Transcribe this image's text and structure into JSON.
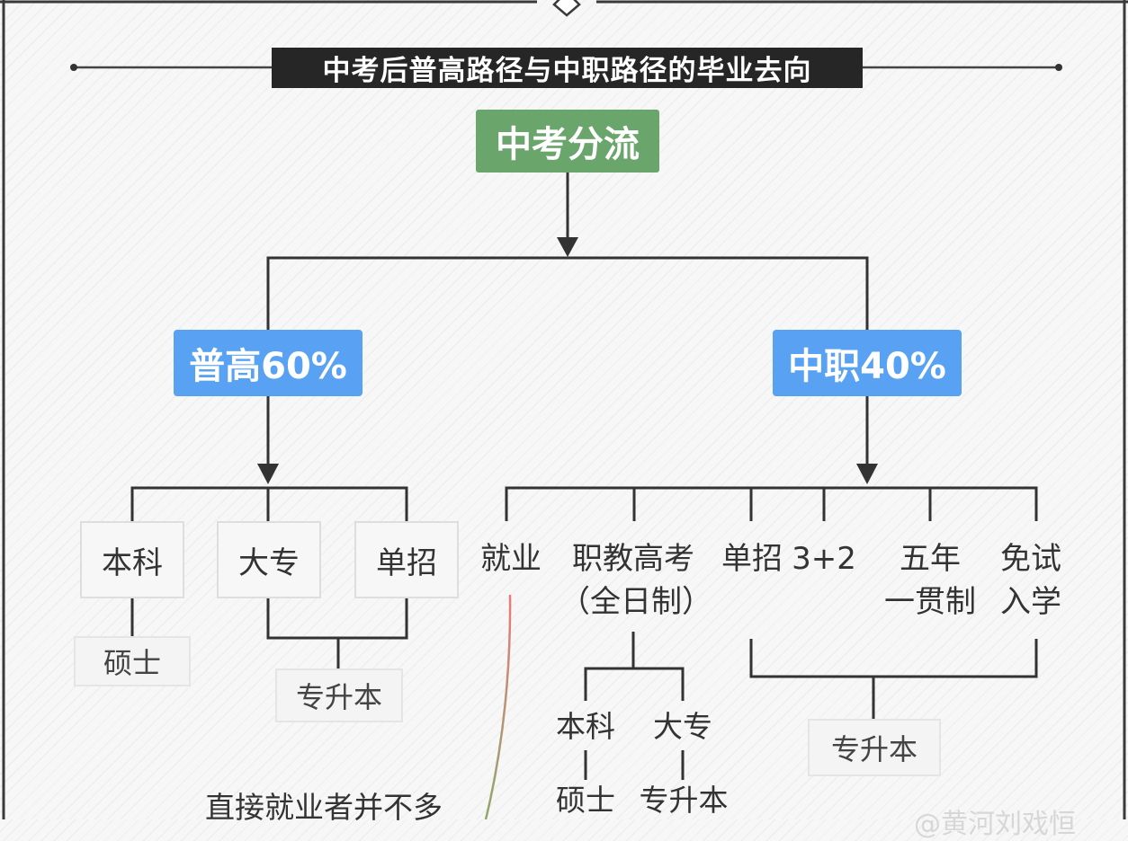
{
  "title": "中考后普高路径与中职路径的毕业去向",
  "root": "中考分流",
  "general": {
    "label": "普高60%",
    "outcomes": [
      "本科",
      "大专",
      "单招"
    ],
    "postgrad": "硕士",
    "upgrade": "专升本"
  },
  "vocational": {
    "label": "中职40%",
    "employment": "就业",
    "exam": {
      "line1": "职教高考",
      "line2": "（全日制）",
      "outcomes": [
        "本科",
        "大专"
      ],
      "postgrad": "硕士",
      "upgrade": "专升本"
    },
    "single_recruit": "单招",
    "three_plus_two": "3+2",
    "five_year": {
      "line1": "五年",
      "line2": "一贯制"
    },
    "exempt": {
      "line1": "免试",
      "line2": "入学"
    },
    "upgrade": "专升本"
  },
  "annotation": "直接就业者并不多",
  "watermark": "@黄河刘戏恒",
  "colors": {
    "title_bg": "#262626",
    "root": "#6aa56c",
    "branch": "#59a2f3",
    "connector": "#333333",
    "annotation_line_top": "#e57c7c",
    "annotation_line_bottom": "#8fa86b"
  }
}
